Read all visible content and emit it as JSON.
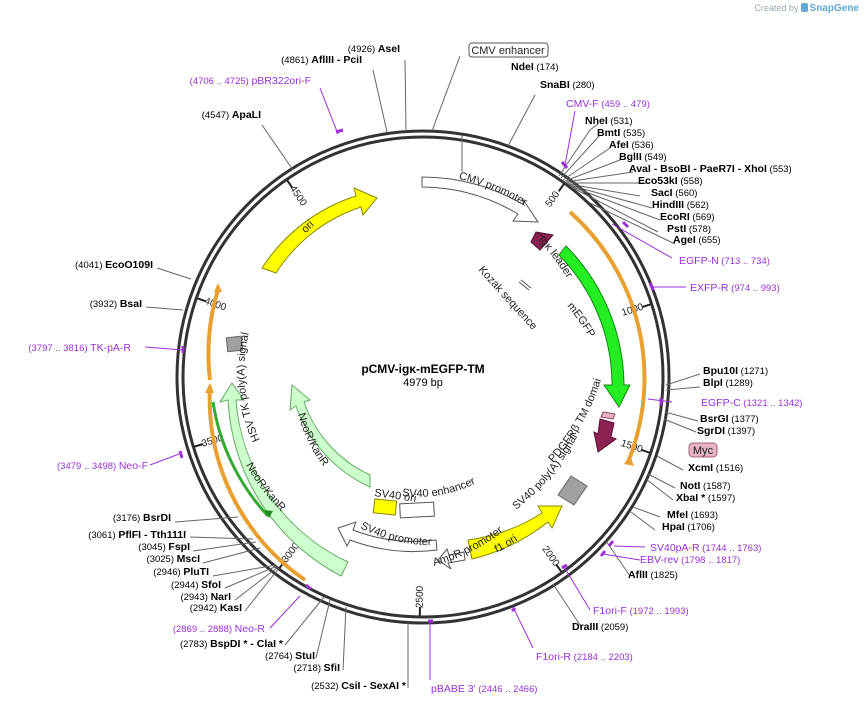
{
  "credit": {
    "prefix": "Created by",
    "brand": "SnapGene"
  },
  "plasmid": {
    "name": "pCMV-igκ-mEGFP-TM",
    "size_label": "4979 bp",
    "total_bp": 4979
  },
  "colors": {
    "enzyme": "#000000",
    "primer": "#9b30d9",
    "backbone": "#333333",
    "ori": "#ffff00",
    "egfp": "#22ee22",
    "neo": "#ccffcc",
    "leader": "#8b2252",
    "tm": "#8b2252",
    "orf": "#e8a030",
    "myc": "#e6b3c3",
    "polyA": "#a0a0a0"
  },
  "ticks": [
    "500",
    "1000",
    "1500",
    "2000",
    "2500",
    "3000",
    "3500",
    "4000",
    "4500"
  ],
  "enzymes": [
    {
      "name": "AseI",
      "pos": "(4926)"
    },
    {
      "name": "AflIII  - PciI",
      "pos": "(4861)"
    },
    {
      "name": "ApaLI",
      "pos": "(4547)"
    },
    {
      "name": "NdeI",
      "pos": "(174)"
    },
    {
      "name": "SnaBI",
      "pos": "(280)"
    },
    {
      "name": "NheI",
      "pos": "(531)"
    },
    {
      "name": "BmtI",
      "pos": "(535)"
    },
    {
      "name": "AfeI",
      "pos": "(536)"
    },
    {
      "name": "BglII",
      "pos": "(549)"
    },
    {
      "name": "AvaI  - BsoBI  - PaeR7I  - XhoI",
      "pos": "(553)"
    },
    {
      "name": "Eco53kI",
      "pos": "(558)"
    },
    {
      "name": "SacI",
      "pos": "(560)"
    },
    {
      "name": "HindIII",
      "pos": "(562)"
    },
    {
      "name": "EcoRI",
      "pos": "(569)"
    },
    {
      "name": "PstI",
      "pos": "(578)"
    },
    {
      "name": "AgeI",
      "pos": "(655)"
    },
    {
      "name": "EcoO109I",
      "pos": "(4041)"
    },
    {
      "name": "BsaI",
      "pos": "(3932)"
    },
    {
      "name": "Bpu10I",
      "pos": "(1271)"
    },
    {
      "name": "BlpI",
      "pos": "(1289)"
    },
    {
      "name": "BsrGI",
      "pos": "(1377)"
    },
    {
      "name": "SgrDI",
      "pos": "(1397)"
    },
    {
      "name": "XcmI",
      "pos": "(1516)"
    },
    {
      "name": "NotI",
      "pos": "(1587)"
    },
    {
      "name": "XbaI *",
      "pos": "(1597)"
    },
    {
      "name": "MfeI",
      "pos": "(1693)"
    },
    {
      "name": "HpaI",
      "pos": "(1706)"
    },
    {
      "name": "AflII",
      "pos": "(1825)"
    },
    {
      "name": "DraIII",
      "pos": "(2059)"
    },
    {
      "name": "BsrDI",
      "pos": "(3176)"
    },
    {
      "name": "PflFI  - Tth111I",
      "pos": "(3061)"
    },
    {
      "name": "FspI",
      "pos": "(3045)"
    },
    {
      "name": "MscI",
      "pos": "(3025)"
    },
    {
      "name": "PluTI",
      "pos": "(2946)"
    },
    {
      "name": "SfoI",
      "pos": "(2944)"
    },
    {
      "name": "NarI",
      "pos": "(2943)"
    },
    {
      "name": "KasI",
      "pos": "(2942)"
    },
    {
      "name": "BspDI *  - ClaI *",
      "pos": "(2783)"
    },
    {
      "name": "StuI",
      "pos": "(2764)"
    },
    {
      "name": "SfiI",
      "pos": "(2718)"
    },
    {
      "name": "CsiI  - SexAI *",
      "pos": "(2532)"
    }
  ],
  "primers": [
    {
      "name": "pBR322ori-F",
      "range": "(4706 .. 4725)"
    },
    {
      "name": "CMV-F",
      "range": "(459 .. 479)"
    },
    {
      "name": "EGFP-N",
      "range": "(713 .. 734)"
    },
    {
      "name": "EXFP-R",
      "range": "(974 .. 993)"
    },
    {
      "name": "TK-pA-R",
      "range": "(3797 .. 3816)"
    },
    {
      "name": "EGFP-C",
      "range": "(1321 .. 1342)"
    },
    {
      "name": "Neo-F",
      "range": "(3479 .. 3498)"
    },
    {
      "name": "SV40pA-R",
      "range": "(1744 .. 1763)"
    },
    {
      "name": "EBV-rev",
      "range": "(1798 .. 1817)"
    },
    {
      "name": "F1ori-F",
      "range": "(1972 .. 1993)"
    },
    {
      "name": "F1ori-R",
      "range": "(2184 .. 2203)"
    },
    {
      "name": "pBABE 3'",
      "range": "(2446 .. 2466)"
    },
    {
      "name": "Neo-R",
      "range": "(2869 .. 2888)"
    }
  ],
  "features": {
    "cmv_enhancer": "CMV enhancer",
    "cmv_promoter": "CMV promoter",
    "igk_leader": "Igκ leader",
    "kozak": "Kozak sequence",
    "megfp": "mEGFP",
    "myc": "Myc",
    "pdgfr": "PDGFRβ TM domain",
    "sv40_polya": "SV40 poly(A) signal",
    "f1_ori": "f1 ori",
    "ampr_promoter": "AmpR promoter",
    "sv40_promoter": "SV40 promoter",
    "sv40_ori": "SV40 ori",
    "sv40_enhancer": "SV40 enhancer",
    "neor_inner": "NeoR/KanR",
    "neor_ring": "NeoR/KanR",
    "hsv_tk": "HSV TK poly(A) signal",
    "ori": "ori"
  }
}
